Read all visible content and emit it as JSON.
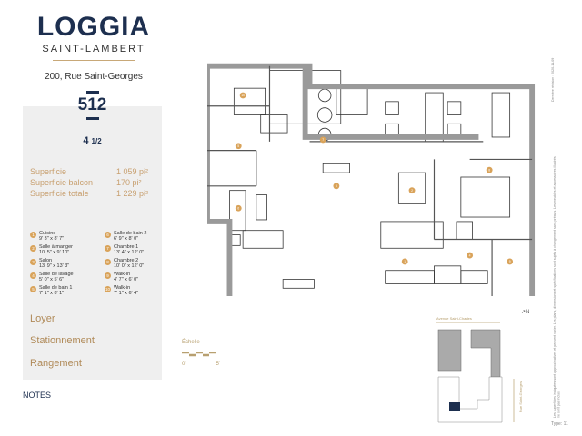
{
  "logo": {
    "name": "LOGGIA",
    "subtitle": "SAINT-LAMBERT"
  },
  "address": "200, Rue Saint-Georges",
  "unit": {
    "number": "512",
    "rooms": "4",
    "rooms_fraction": "1/2"
  },
  "areas": [
    {
      "label": "Superficie",
      "value": "1 059 pi²"
    },
    {
      "label": "Superficie balcon",
      "value": "170 pi²"
    },
    {
      "label": "Superficie totale",
      "value": "1 229 pi²"
    }
  ],
  "legend": [
    {
      "n": "1",
      "name": "Cuisine",
      "dim": "9' 3\" x 8' 7\""
    },
    {
      "n": "2",
      "name": "Salle à manger",
      "dim": "10' 5\" x 9' 10\""
    },
    {
      "n": "3",
      "name": "Salon",
      "dim": "13' 9\" x 13' 3\""
    },
    {
      "n": "4",
      "name": "Salle de lavage",
      "dim": "5' 0\" x 5' 6\""
    },
    {
      "n": "5",
      "name": "Salle de bain 1",
      "dim": "7' 1\" x 8' 1\""
    },
    {
      "n": "6",
      "name": "Salle de bain 2",
      "dim": "6' 9\" x 8' 0\""
    },
    {
      "n": "7",
      "name": "Chambre 1",
      "dim": "13' 4\" x 12' 0\""
    },
    {
      "n": "8",
      "name": "Chambre 2",
      "dim": "10' 0\" x 12' 0\""
    },
    {
      "n": "9",
      "name": "Walk-in",
      "dim": "4' 7\" x 6' 0\""
    },
    {
      "n": "10",
      "name": "Walk-in",
      "dim": "7' 1\" x 6' 4\""
    }
  ],
  "extras": [
    "Loyer",
    "Stationnement",
    "Rangement"
  ],
  "notes": "NOTES",
  "scale": {
    "label": "Échelle",
    "min": "0'",
    "max": "5'"
  },
  "keyplan": {
    "street_top": "Avenue Saint-Charles",
    "street_right": "Rue Saint-Georges",
    "north": "N"
  },
  "revision": "Dernière révision : 2020-11-09",
  "disclaimer": "Les superficies indiquées sont approximatives et peuvent varier. Les plans, dimensions et spécifications sont sujets à changement sans préavis. Les meubles et accessoires illustrés ne sont pas inclus.",
  "type": "Type: 11",
  "colors": {
    "navy": "#1d2f4f",
    "gold": "#d9a35a",
    "wall": "#9a9a9a"
  }
}
